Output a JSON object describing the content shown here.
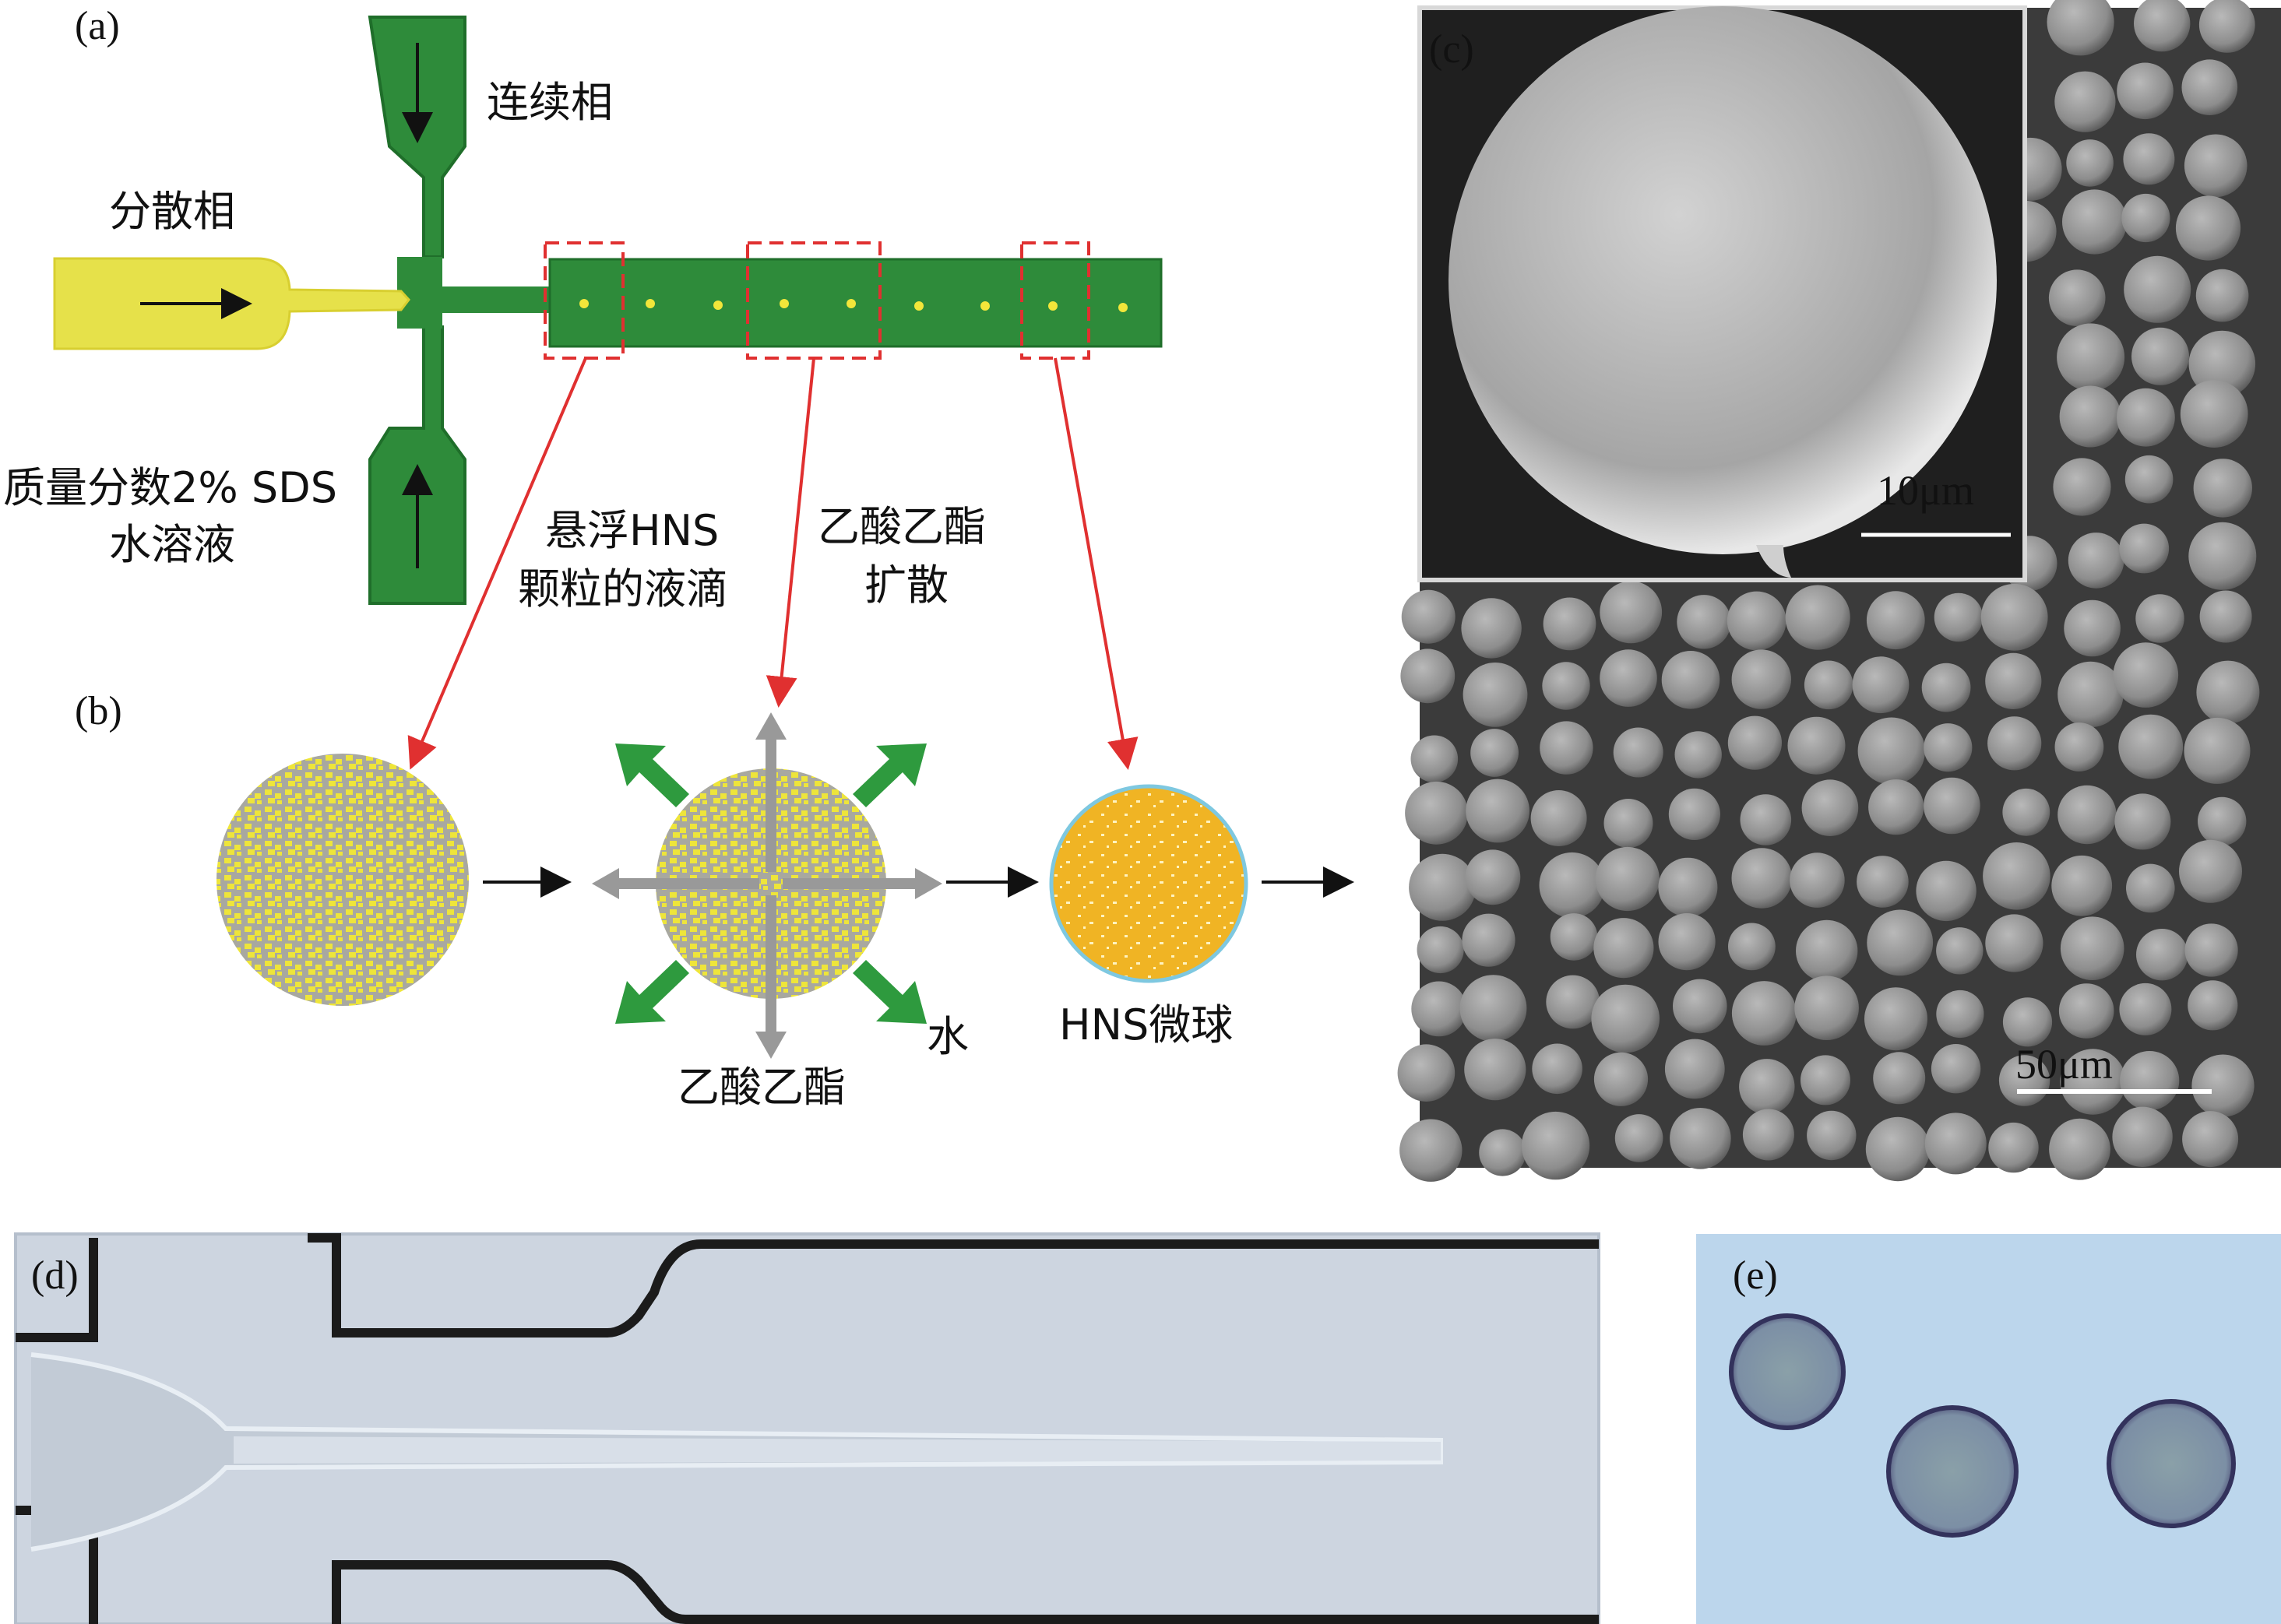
{
  "panels": {
    "a": "(a)",
    "b": "(b)",
    "c": "(c)",
    "d": "(d)",
    "e": "(e)"
  },
  "labels": {
    "continuous_phase": "连续相",
    "dispersed_phase": "分散相",
    "sds_line1": "质量分数2% SDS",
    "sds_line2": "水溶液",
    "droplet_line1": "悬浮HNS",
    "droplet_line2": "颗粒的液滴",
    "diffusion_line1": "乙酸乙酯",
    "diffusion_line2": "扩散",
    "ethyl_acetate": "乙酸乙酯",
    "water": "水",
    "hns_microsphere": "HNS微球"
  },
  "scale_bars": {
    "inset": "10μm",
    "main": "50μm"
  },
  "colors": {
    "channel_green": "#2e8b3a",
    "channel_dark": "#1f6e2a",
    "dispersed_yellow": "#e6e14a",
    "droplet_dot": "#f2e63a",
    "red_dashed": "#e03030",
    "grey_particle": "#9a9a9a",
    "orange_sphere": "#f0b020",
    "sem_bg": "#3a3a3a",
    "optical_bg": "#cfd8e2",
    "optical_e_bg": "#b9d4ec"
  }
}
